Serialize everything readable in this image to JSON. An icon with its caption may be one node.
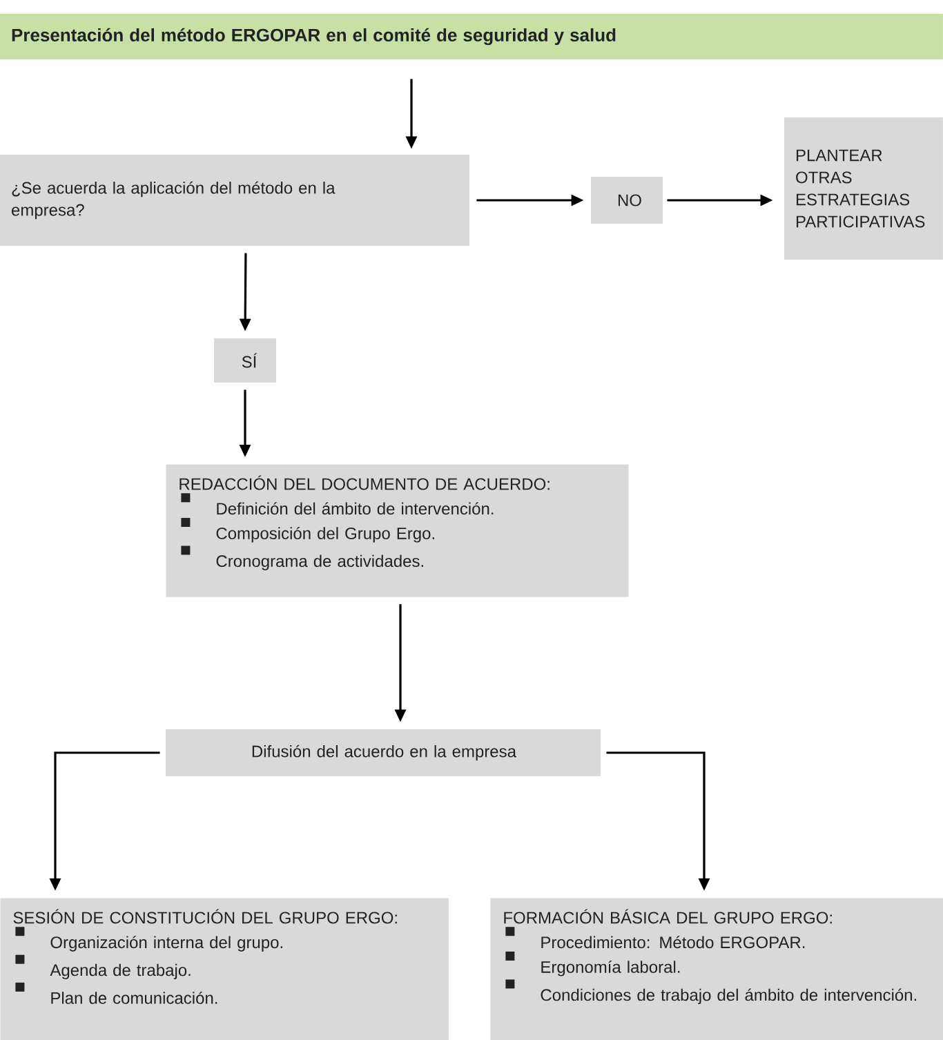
{
  "diagram": {
    "nodes": [
      {
        "text": [
          "Presentación del método ERGOPAR en el comité de seguridad y salud"
        ]
      },
      {
        "text": [
          "¿Se acuerda la aplicación del método en la empresa?"
        ]
      },
      {
        "text": [
          "NO"
        ]
      },
      {
        "text": [
          "PLANTEAR OTRAS ESTRATEGIAS PARTICIPATIVAS"
        ]
      },
      {
        "text": [
          "SÍ"
        ]
      },
      {
        "text": [
          "REDACCIÓN DEL DOCUMENTO DE ACUERDO:",
          "Definición del ámbito de intervención.",
          "Composición del Grupo Ergo.",
          "Cronograma de actividades."
        ]
      },
      {
        "text": [
          "Difusión del acuerdo en la empresa"
        ]
      },
      {
        "text": [
          "SESIÓN DE CONSTITUCIÓN DEL GRUPO ERGO:",
          "Organización interna del grupo.",
          "Agenda de trabajo.",
          "Plan de comunicación."
        ]
      },
      {
        "text": [
          "FORMACIÓN BÁSICA DEL GRUPO ERGO:",
          "Procedimiento: Método ERGOPAR.",
          "Ergonomía laboral.",
          "Condiciones de trabajo del ámbito de intervención."
        ]
      }
    ],
    "edges": [
      {
        "from": 0,
        "to": 1,
        "arrow": "to"
      },
      {
        "from": 1,
        "to": 2,
        "arrow": "to"
      },
      {
        "from": 2,
        "to": 3,
        "arrow": "to"
      },
      {
        "from": 1,
        "to": 4,
        "arrow": "to"
      },
      {
        "from": 4,
        "to": 5,
        "arrow": "to"
      },
      {
        "from": 5,
        "to": 6,
        "arrow": "to"
      },
      {
        "from": 6,
        "to": 7,
        "arrow": "to"
      },
      {
        "from": 6,
        "to": 8,
        "arrow": "to"
      }
    ]
  }
}
